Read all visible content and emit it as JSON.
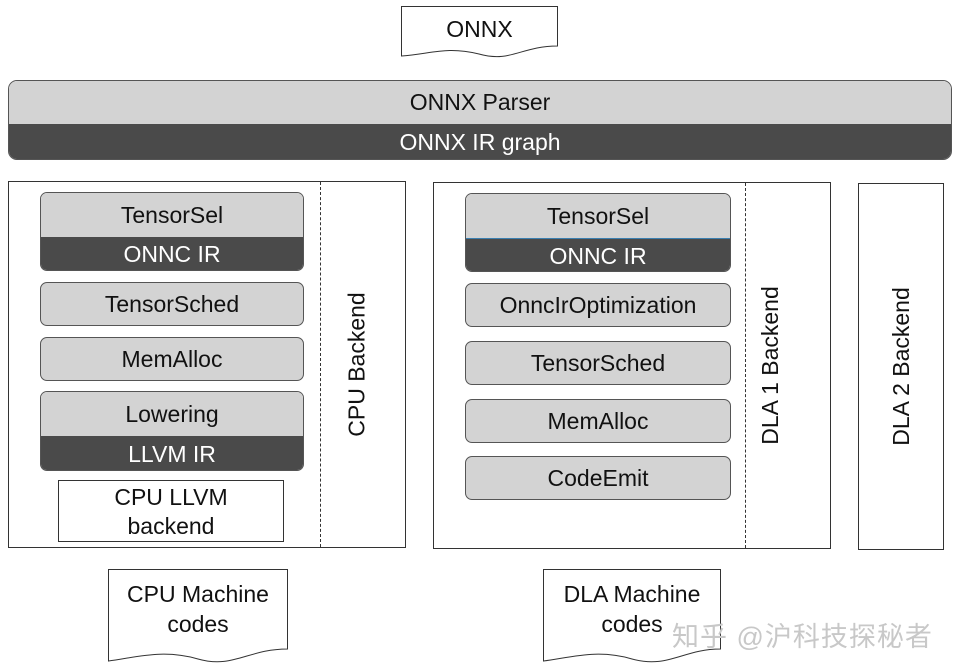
{
  "input_doc": {
    "label": "ONNX"
  },
  "parser_bar": {
    "parser": "ONNX Parser",
    "ir_graph": "ONNX IR graph"
  },
  "cpu_backend": {
    "title": "CPU Backend",
    "tensor_sel": "TensorSel",
    "onnc_ir": "ONNC IR",
    "tensor_sched": "TensorSched",
    "mem_alloc": "MemAlloc",
    "lowering": "Lowering",
    "llvm_ir": "LLVM IR",
    "llvm_backend_line1": "CPU LLVM",
    "llvm_backend_line2": "backend"
  },
  "dla1_backend": {
    "title": "DLA 1 Backend",
    "tensor_sel": "TensorSel",
    "onnc_ir": "ONNC IR",
    "optimization": "OnncIrOptimization",
    "tensor_sched": "TensorSched",
    "mem_alloc": "MemAlloc",
    "code_emit": "CodeEmit"
  },
  "dla2_backend": {
    "title": "DLA 2 Backend"
  },
  "cpu_output": {
    "line1": "CPU Machine",
    "line2": "codes"
  },
  "dla_output": {
    "line1": "DLA Machine",
    "line2": "codes"
  },
  "watermark": "知乎 @沪科技探秘者"
}
